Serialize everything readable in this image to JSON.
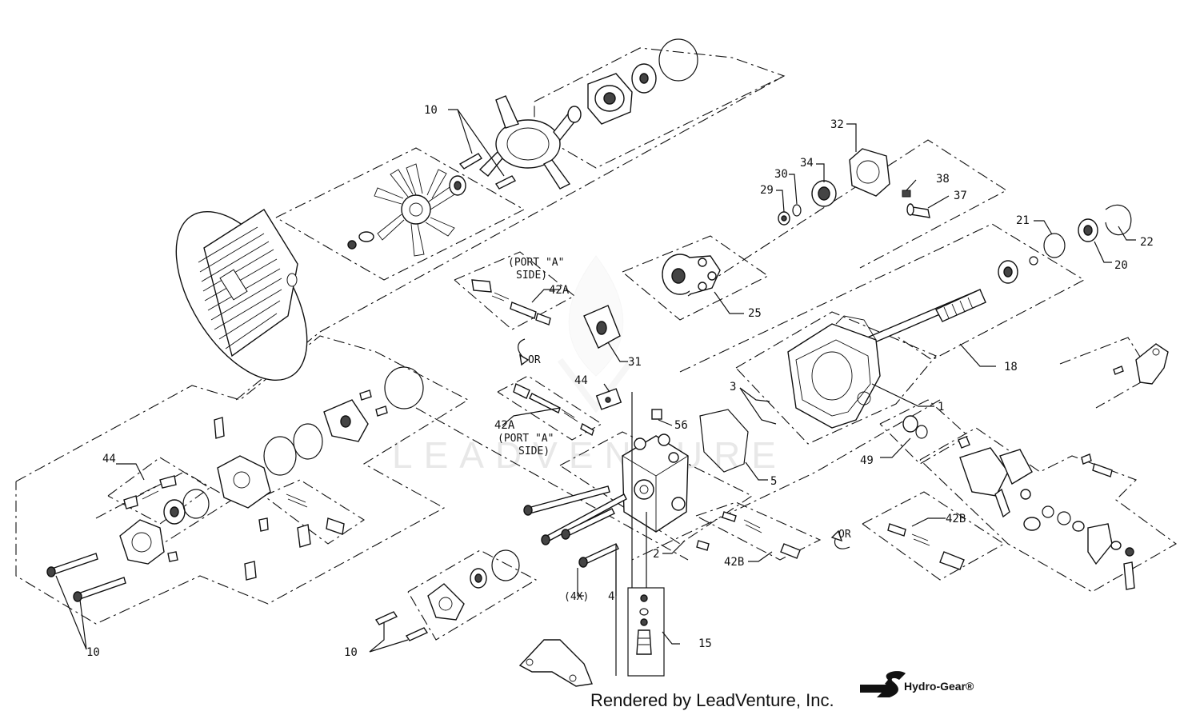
{
  "labels": {
    "l10a": "10",
    "l10b": "10",
    "l10c": "10",
    "l32": "32",
    "l34": "34",
    "l30": "30",
    "l29": "29",
    "l38": "38",
    "l37": "37",
    "l21": "21",
    "l22": "22",
    "l20": "20",
    "l42a_top": "42A",
    "l25": "25",
    "l31": "31",
    "l18": "18",
    "l3": "3",
    "l1": "1",
    "l44a": "44",
    "l44b": "44",
    "l56": "56",
    "l42a_mid": "42A",
    "l5": "5",
    "l49": "49",
    "l42b_right": "42B",
    "l42b_mid": "42B",
    "l2": "2",
    "l4": "4",
    "l15": "15"
  },
  "notes": {
    "port_a_top_1": "(PORT \"A\"",
    "port_a_top_2": "SIDE)",
    "port_a_mid_1": "(PORT \"A\"",
    "port_a_mid_2": "SIDE)",
    "or_1": "OR",
    "or_2": "OR",
    "qty_4x": "(4X)"
  },
  "watermark": "LEADVENTURE",
  "footer": "Rendered by LeadVenture, Inc.",
  "brand": "Hydro-Gear®"
}
